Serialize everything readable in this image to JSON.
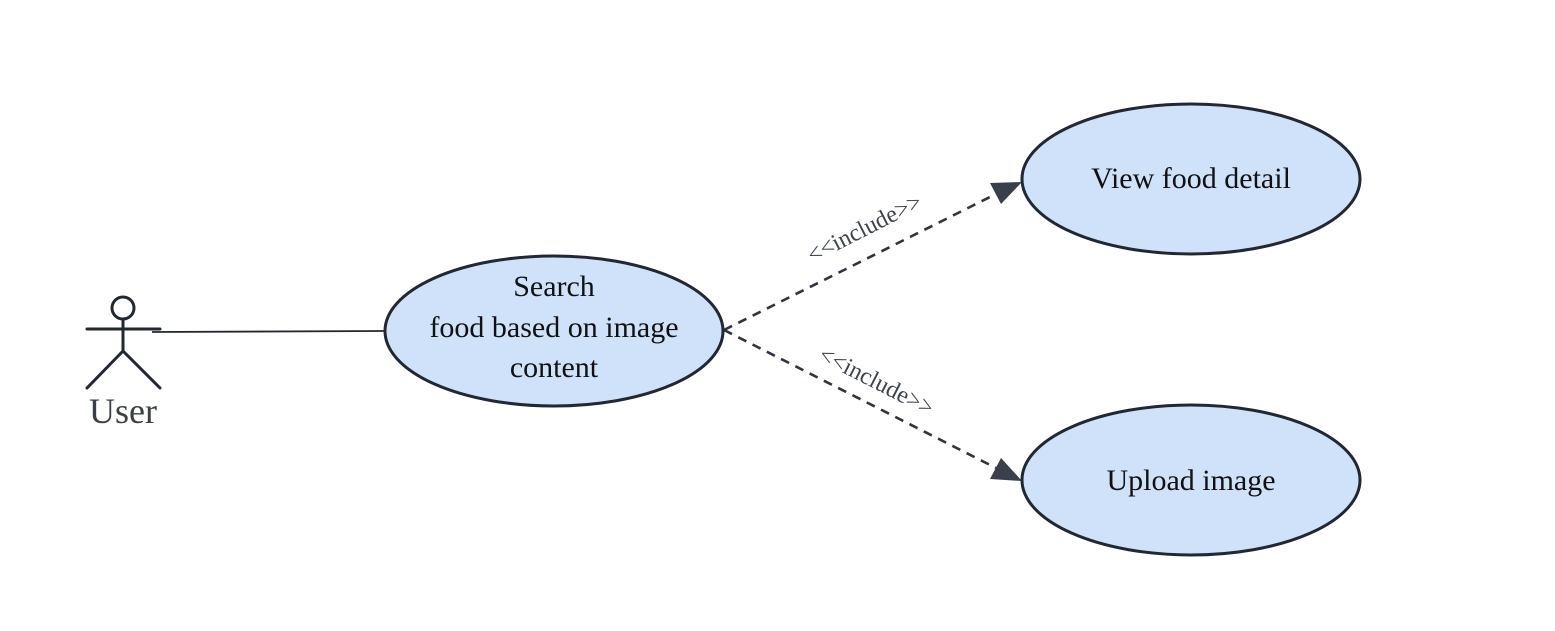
{
  "actor": {
    "label": "User",
    "icon": "stick-figure-icon"
  },
  "use_cases": {
    "search": {
      "lines": [
        "Search",
        "food based on image",
        "content"
      ]
    },
    "view_detail": {
      "label": "View food detail"
    },
    "upload_image": {
      "label": "Upload image"
    }
  },
  "relations": {
    "include_view": {
      "stereotype": "<<include>>"
    },
    "include_upload": {
      "stereotype": "<<include>>"
    }
  },
  "colors": {
    "usecase_fill": "#cfe2fa",
    "outline": "#222833"
  }
}
